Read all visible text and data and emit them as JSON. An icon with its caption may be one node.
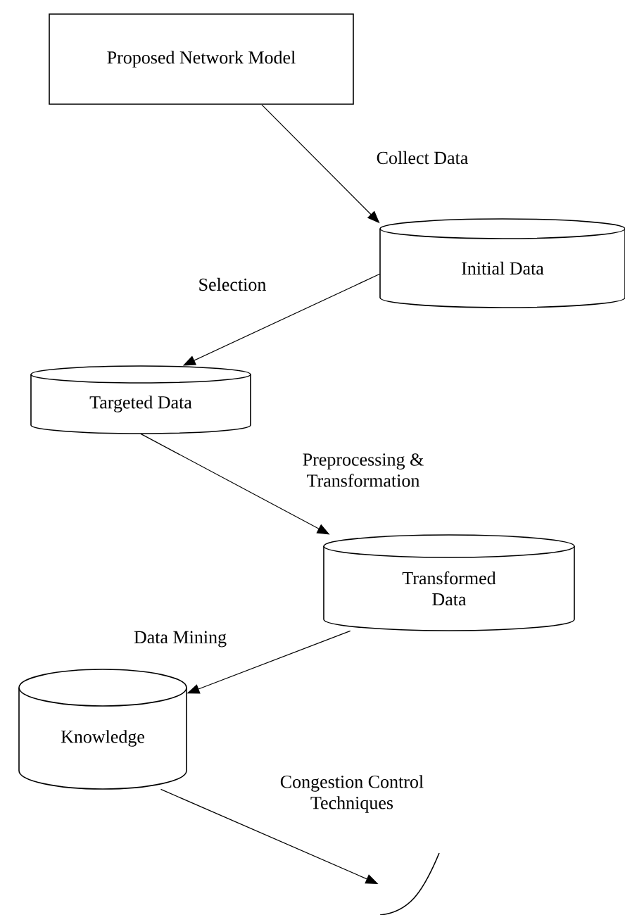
{
  "diagram": {
    "nodes": [
      {
        "text": [
          "Proposed Network Model"
        ]
      },
      {
        "text": [
          "Initial Data"
        ]
      },
      {
        "text": [
          "Targeted Data"
        ]
      },
      {
        "text": [
          "Transformed Data"
        ]
      },
      {
        "text": [
          "Knowledge"
        ]
      },
      {
        "text": [],
        "shape": "arc"
      }
    ],
    "edges": [
      {
        "from": 0,
        "to": 1,
        "arrow": "to",
        "label": "Collect Data"
      },
      {
        "from": 1,
        "to": 2,
        "arrow": "to",
        "label": "Selection"
      },
      {
        "from": 2,
        "to": 3,
        "arrow": "to",
        "label": "Preprocessing & Transformation"
      },
      {
        "from": 3,
        "to": 4,
        "arrow": "to",
        "label": "Data Mining"
      },
      {
        "from": 4,
        "to": 5,
        "arrow": "to",
        "label": "Congestion Control Techniques"
      }
    ]
  }
}
